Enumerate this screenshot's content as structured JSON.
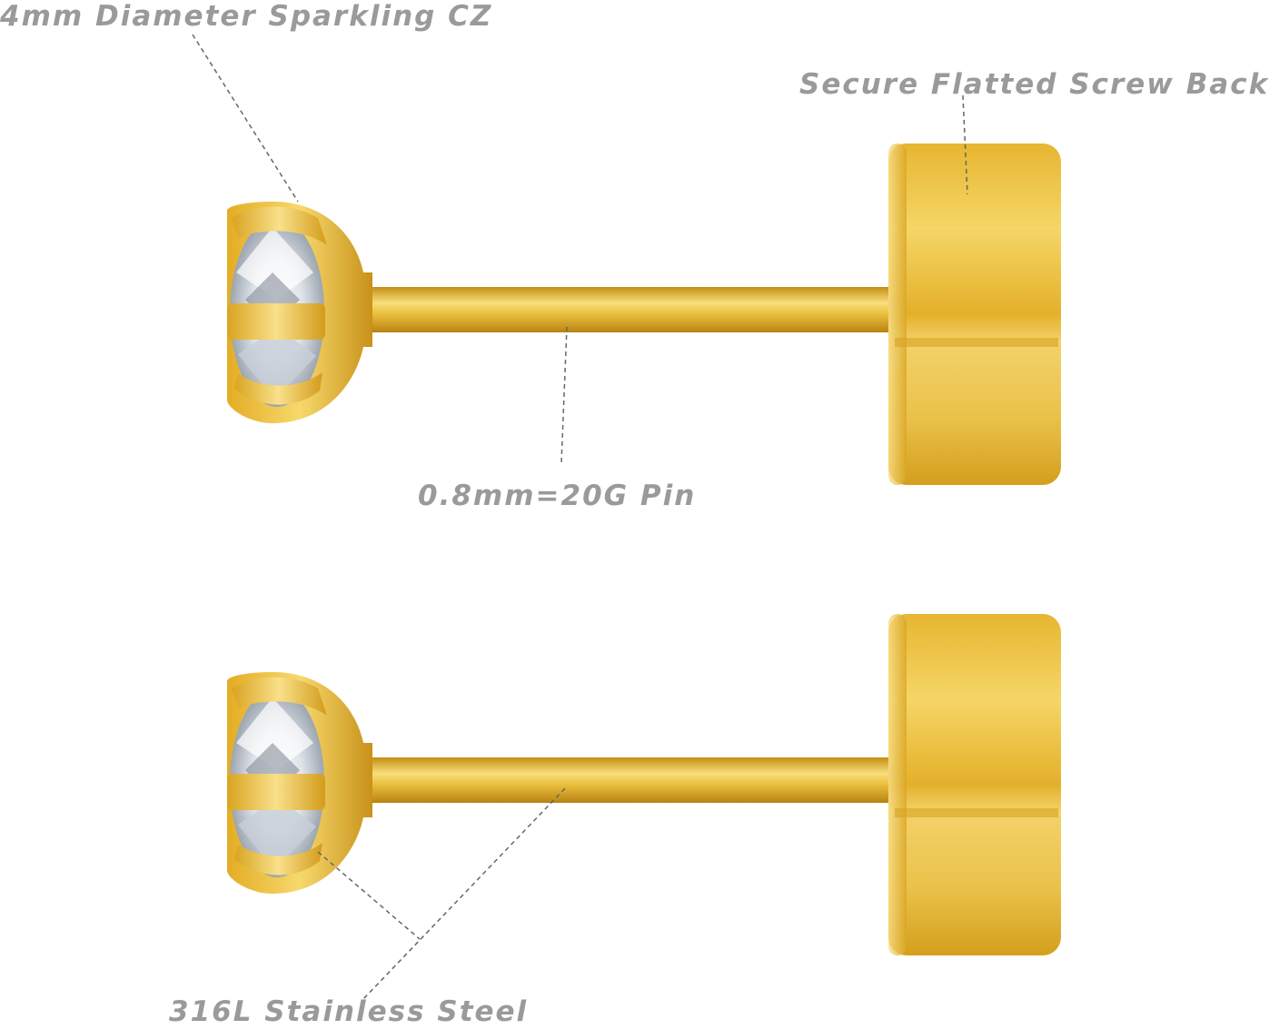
{
  "annotations": {
    "cz": "4mm Diameter Sparkling CZ",
    "back": "Secure Flatted Screw Back",
    "pin": "0.8mm=20G Pin",
    "steel": "316L Stainless Steel"
  },
  "colors": {
    "gold_light": "#f6d76a",
    "gold_mid": "#e2b12c",
    "gold_dark": "#b88412",
    "label_gray": "#9a9a9a",
    "leader_line": "#666666"
  },
  "earrings": [
    {
      "name": "top-earring"
    },
    {
      "name": "bottom-earring"
    }
  ]
}
